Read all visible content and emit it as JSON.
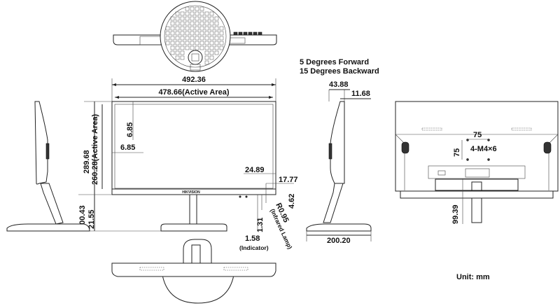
{
  "notes": {
    "tilt_forward": "5 Degrees Forward",
    "tilt_backward": "15 Degrees Backward",
    "unit": "Unit: mm"
  },
  "front_view": {
    "overall_width": "492.36",
    "active_width": "478.66(Active Area)",
    "bezel_top": "6.85",
    "bezel_side": "6.85",
    "overall_height": "289.68",
    "active_height": "260.28(Active Area)",
    "stand_height": "100.43",
    "base_offset": "21.55",
    "right_offset": "24.89",
    "right_depth": "17.77",
    "lamp_offset": "4.62",
    "lamp_radius": "R0.95",
    "lamp_label": "(Infrared Lamp)",
    "indicator_height": "1.31",
    "indicator_width": "1.58",
    "indicator_label": "(Indicator)",
    "brand_mark": "HIKVISION"
  },
  "side_view": {
    "depth_top": "43.88",
    "depth_panel": "11.68",
    "base_depth": "200.20"
  },
  "rear_view": {
    "vesa_h": "75",
    "vesa_v": "75",
    "screws": "4-M4×6",
    "stand_height": "99.39"
  }
}
